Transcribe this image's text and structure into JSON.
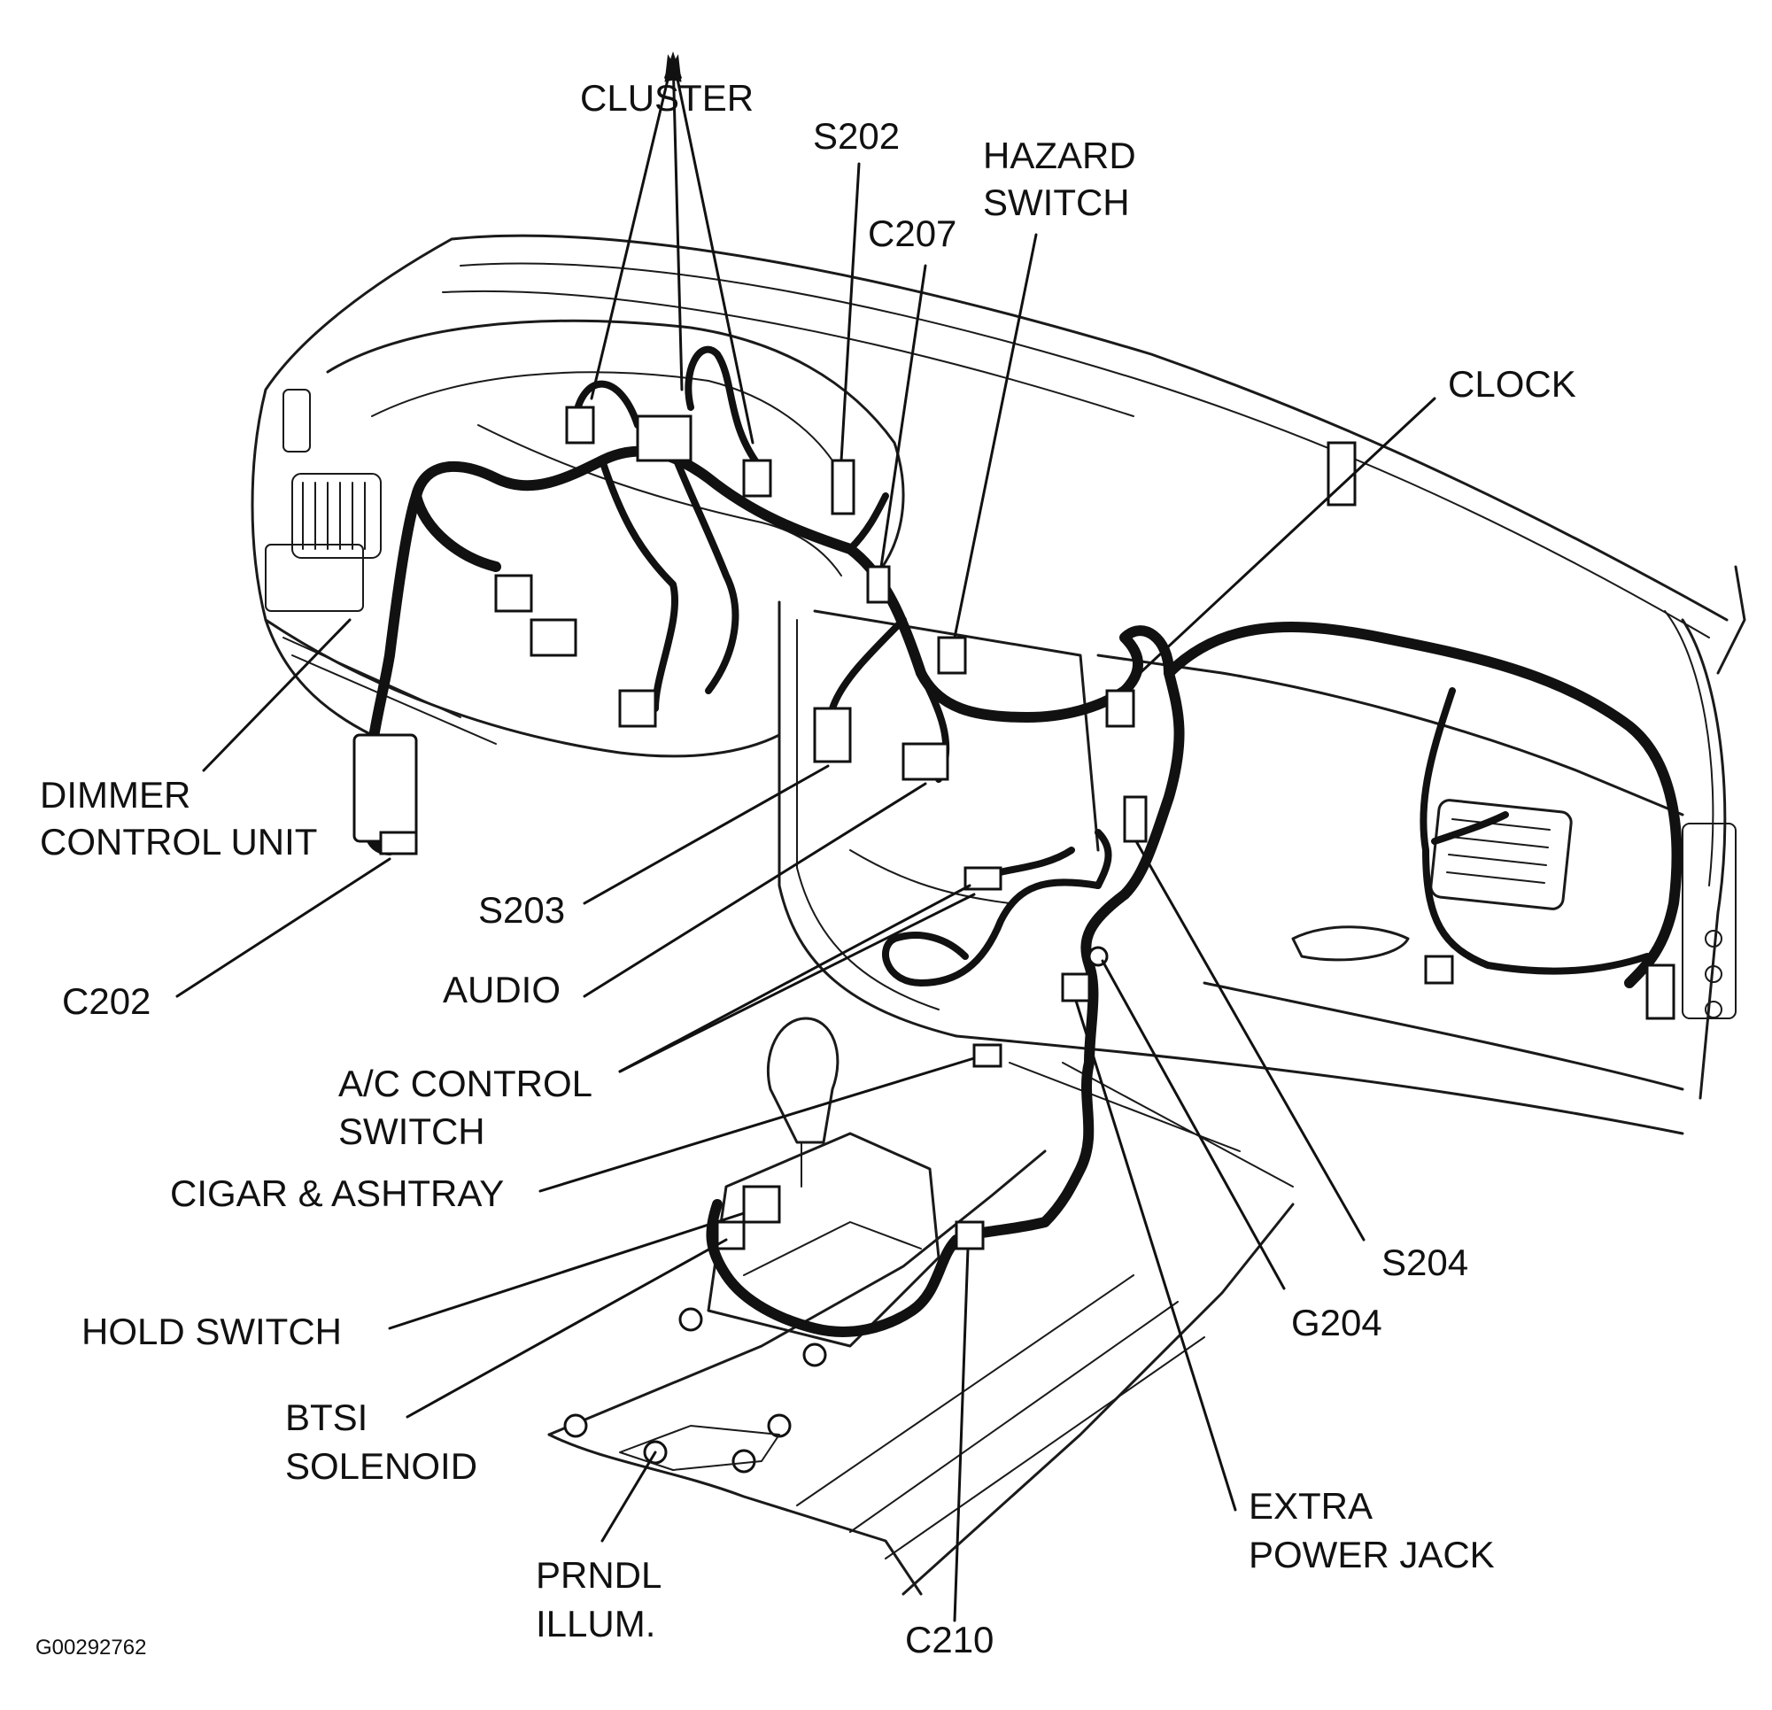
{
  "figure": {
    "reference_id": "G00292762"
  },
  "labels": {
    "cluster": "CLUSTER",
    "s202": "S202",
    "c207": "C207",
    "hazard_switch_line1": "HAZARD",
    "hazard_switch_line2": "SWITCH",
    "clock": "CLOCK",
    "dimmer_line1": "DIMMER",
    "dimmer_line2": "CONTROL UNIT",
    "s203": "S203",
    "c202": "C202",
    "audio": "AUDIO",
    "ac_line1": "A/C CONTROL",
    "ac_line2": "SWITCH",
    "cigar": "CIGAR & ASHTRAY",
    "hold_switch": "HOLD SWITCH",
    "btsi_line1": "BTSI",
    "btsi_line2": "SOLENOID",
    "prndl_line1": "PRNDL",
    "prndl_line2": "ILLUM.",
    "c210": "C210",
    "extra_line1": "EXTRA",
    "extra_line2": "POWER JACK",
    "g204": "G204",
    "s204": "S204"
  }
}
